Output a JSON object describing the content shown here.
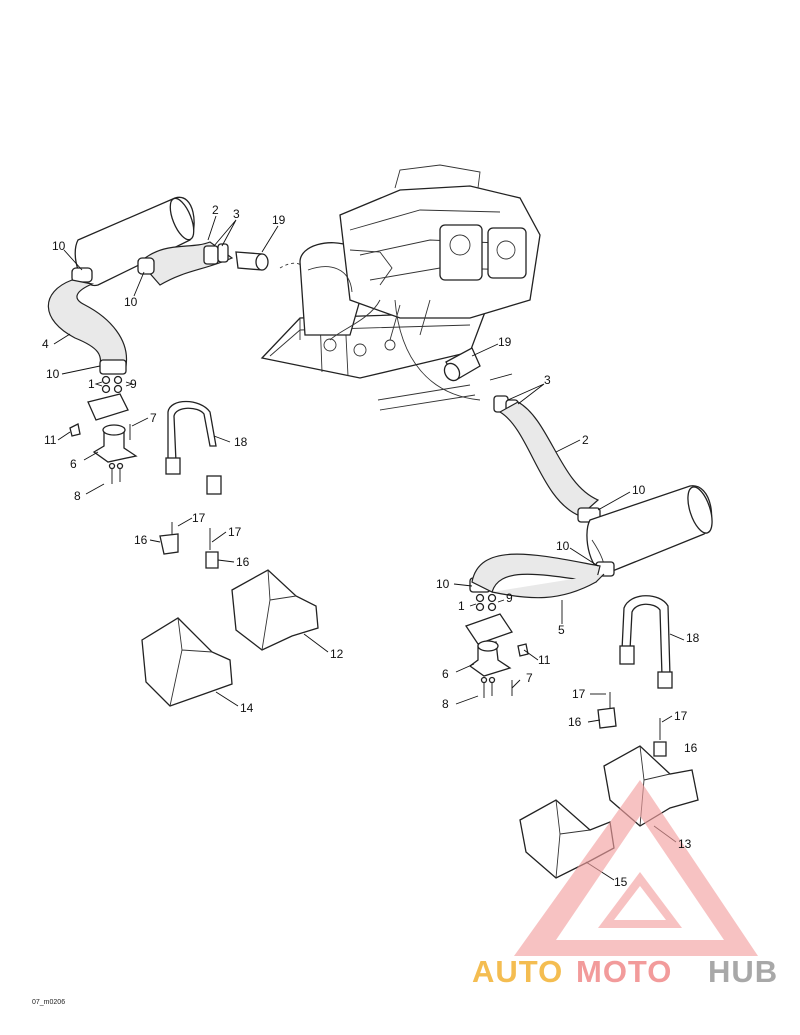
{
  "diagram_code": "07_m0206",
  "watermark": {
    "part1": "AUTO",
    "part2": "MOTO",
    "part3": "HUB",
    "colors": {
      "auto": "#f3b233",
      "moto": "#f08a8a",
      "hub": "#9a9a9a",
      "triangle": "#f3a0a0"
    }
  },
  "callouts": [
    {
      "id": "c10a",
      "text": "10"
    },
    {
      "id": "c2a",
      "text": "2"
    },
    {
      "id": "c3a",
      "text": "3"
    },
    {
      "id": "c19a",
      "text": "19"
    },
    {
      "id": "c10b",
      "text": "10"
    },
    {
      "id": "c4",
      "text": "4"
    },
    {
      "id": "c10c",
      "text": "10"
    },
    {
      "id": "c1a",
      "text": "1"
    },
    {
      "id": "c9a",
      "text": "9"
    },
    {
      "id": "c7a",
      "text": "7"
    },
    {
      "id": "c11a",
      "text": "11"
    },
    {
      "id": "c6a",
      "text": "6"
    },
    {
      "id": "c8a",
      "text": "8"
    },
    {
      "id": "c18a",
      "text": "18"
    },
    {
      "id": "c17a",
      "text": "17"
    },
    {
      "id": "c16a",
      "text": "16"
    },
    {
      "id": "c17b",
      "text": "17"
    },
    {
      "id": "c16b",
      "text": "16"
    },
    {
      "id": "c12",
      "text": "12"
    },
    {
      "id": "c14",
      "text": "14"
    },
    {
      "id": "c19b",
      "text": "19"
    },
    {
      "id": "c3b",
      "text": "3"
    },
    {
      "id": "c2b",
      "text": "2"
    },
    {
      "id": "c10d",
      "text": "10"
    },
    {
      "id": "c10e",
      "text": "10"
    },
    {
      "id": "c10f",
      "text": "10"
    },
    {
      "id": "c1b",
      "text": "1"
    },
    {
      "id": "c9b",
      "text": "9"
    },
    {
      "id": "c5",
      "text": "5"
    },
    {
      "id": "c18b",
      "text": "18"
    },
    {
      "id": "c6b",
      "text": "6"
    },
    {
      "id": "c11b",
      "text": "11"
    },
    {
      "id": "c8b",
      "text": "8"
    },
    {
      "id": "c7b",
      "text": "7"
    },
    {
      "id": "c17c",
      "text": "17"
    },
    {
      "id": "c16c",
      "text": "16"
    },
    {
      "id": "c17d",
      "text": "17"
    },
    {
      "id": "c16d",
      "text": "16"
    },
    {
      "id": "c13",
      "text": "13"
    },
    {
      "id": "c15",
      "text": "15"
    }
  ]
}
